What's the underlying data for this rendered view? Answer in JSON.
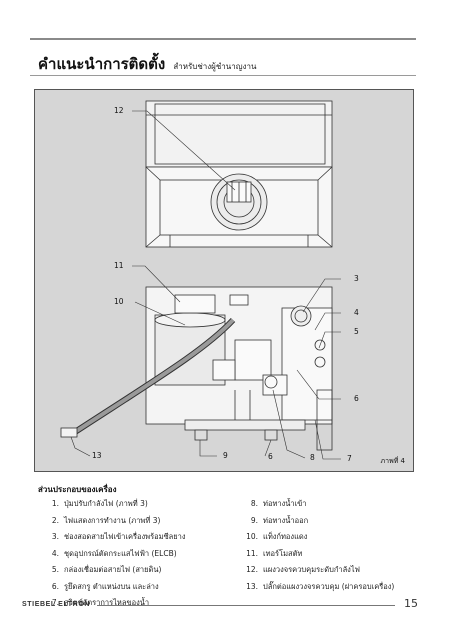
{
  "header": {
    "title": "คำแนะนำการติดตั้ง",
    "subtitle": "สำหรับช่างผู้ชำนาญงาน"
  },
  "figure": {
    "caption": "ภาพที่ 4",
    "callouts": {
      "c12": "12",
      "c11": "11",
      "c10": "10",
      "c3": "3",
      "c4": "4",
      "c5": "5",
      "c6a": "6",
      "c13": "13",
      "c9": "9",
      "c6b": "6",
      "c8": "8",
      "c7": "7"
    }
  },
  "parts": {
    "title": "ส่วนประกอบของเครื่อง",
    "left": [
      {
        "num": "1.",
        "label": "ปุ่มปรับกำลังไฟ (ภาพที่ 3)"
      },
      {
        "num": "2.",
        "label": "ไฟแสดงการทำงาน (ภาพที่ 3)"
      },
      {
        "num": "3.",
        "label": "ช่องสอดสายไฟเข้าเครื่องพร้อมซีลยาง"
      },
      {
        "num": "4.",
        "label": "ชุดอุปกรณ์ตัดกระแสไฟฟ้า (ELCB)"
      },
      {
        "num": "5.",
        "label": "กล่องเชื่อมต่อสายไฟ (สายดิน)"
      },
      {
        "num": "6.",
        "label": "รูยึดสกรู ตำแหน่งบน และล่าง"
      },
      {
        "num": "7.",
        "label": "สวิตช์อัตราการไหลของน้ำ"
      }
    ],
    "right": [
      {
        "num": "8.",
        "label": "ท่อทางน้ำเข้า"
      },
      {
        "num": "9.",
        "label": "ท่อทางน้ำออก"
      },
      {
        "num": "10.",
        "label": "แท็งก์ทองแดง"
      },
      {
        "num": "11.",
        "label": "เทอร์โมสตัท"
      },
      {
        "num": "12.",
        "label": "แผงวงจรควบคุมระดับกำลังไฟ"
      },
      {
        "num": "13.",
        "label": "ปลั๊กต่อแผงวงจรควบคุม (ฝาครอบเครื่อง)"
      }
    ]
  },
  "footer": {
    "brand": "STIEBEL ELTRON",
    "page": "15"
  }
}
